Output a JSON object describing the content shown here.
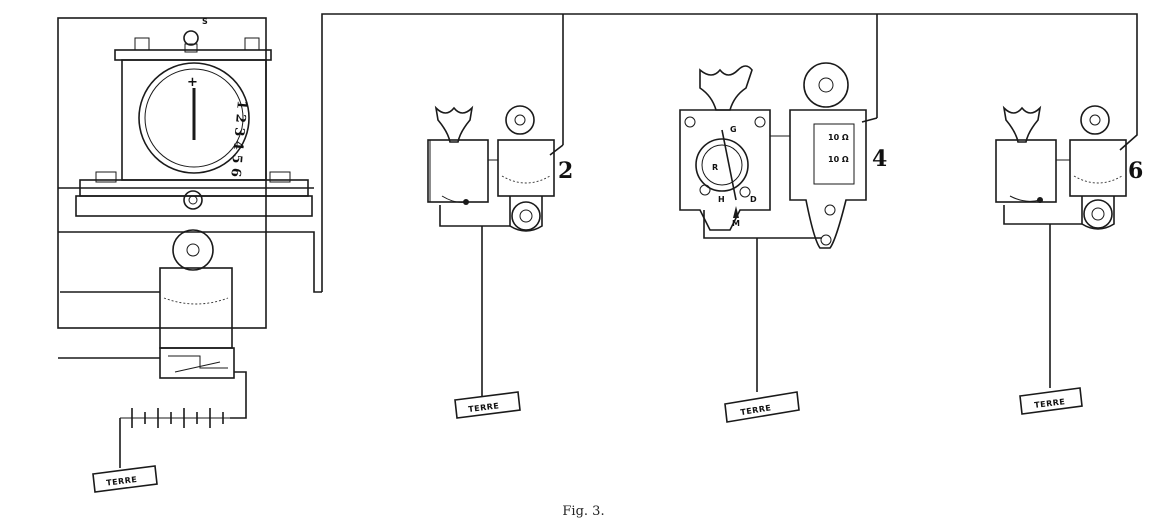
{
  "figure": {
    "caption": "Fig. 3.",
    "station_numbers": [
      "2",
      "4",
      "6"
    ],
    "ground_label": "TERRE",
    "switchboard": {
      "knob_label": "S",
      "dial_digits": "1 2 3 4 5 6",
      "dial_top": "+"
    },
    "station4": {
      "letters": [
        "G",
        "R",
        "H",
        "D",
        "M"
      ],
      "coil_labels": [
        "10 Ω",
        "10 Ω"
      ]
    }
  }
}
